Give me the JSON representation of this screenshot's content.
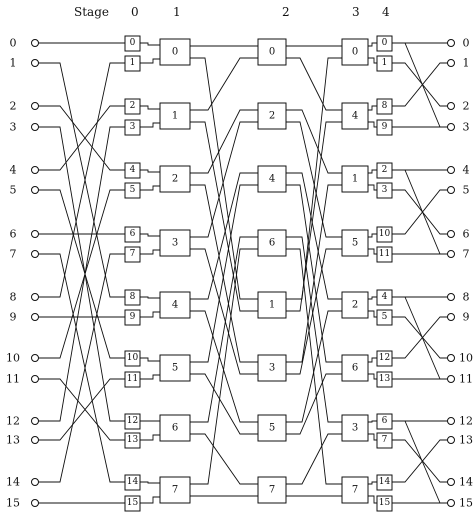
{
  "header": {
    "stage_label": "Stage",
    "stage_numbers": [
      "0",
      "1",
      "2",
      "3",
      "4"
    ]
  },
  "inputs": [
    "0",
    "1",
    "2",
    "3",
    "4",
    "5",
    "6",
    "7",
    "8",
    "9",
    "10",
    "11",
    "12",
    "13",
    "14",
    "15"
  ],
  "outputs": [
    "0",
    "1",
    "2",
    "3",
    "4",
    "5",
    "6",
    "7",
    "8",
    "9",
    "10",
    "11",
    "12",
    "13",
    "14",
    "15"
  ],
  "stage0_boxes": [
    "0",
    "1",
    "2",
    "3",
    "4",
    "5",
    "6",
    "7",
    "8",
    "9",
    "10",
    "11",
    "12",
    "13",
    "14",
    "15"
  ],
  "stage1_boxes": [
    "0",
    "1",
    "2",
    "3",
    "4",
    "5",
    "6",
    "7"
  ],
  "stage2_boxes": [
    "0",
    "2",
    "4",
    "6",
    "1",
    "3",
    "5",
    "7"
  ],
  "stage3_boxes": [
    "0",
    "4",
    "1",
    "5",
    "2",
    "6",
    "3",
    "7"
  ],
  "stage4_boxes": [
    "0",
    "1",
    "8",
    "9",
    "2",
    "3",
    "10",
    "11",
    "4",
    "5",
    "12",
    "13",
    "6",
    "7",
    "14",
    "15"
  ]
}
